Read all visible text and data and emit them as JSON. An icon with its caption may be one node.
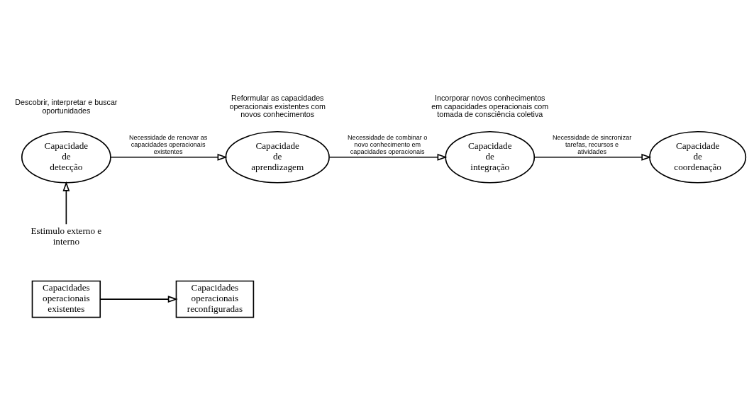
{
  "diagram": {
    "nodes": [
      {
        "text": [
          "Capacidade de detecção"
        ],
        "beside": [
          "Descobrir, interpretar e buscar oportunidades"
        ]
      },
      {
        "text": [
          "Capacidade de aprendizagem"
        ],
        "beside": [
          "Reformular as capacidades operacionais existentes com novos conhecimentos"
        ]
      },
      {
        "text": [
          "Capacidade de integração"
        ],
        "beside": [
          "Incorporar novos conhecimentos em capacidades operacionais com tomada de consciência coletiva"
        ]
      },
      {
        "text": [
          "Capacidade de coordenação"
        ]
      },
      {
        "text": [
          "Estimulo externo e interno"
        ]
      },
      {
        "text": [
          "Capacidades operacionais existentes"
        ]
      },
      {
        "text": [
          "Capacidades operacionais reconfiguradas"
        ]
      }
    ],
    "edges": [
      {
        "from": 0,
        "to": 1,
        "arrow": "to",
        "label": "Necessidade de renovar as capacidades operacionais existentes"
      },
      {
        "from": 1,
        "to": 2,
        "arrow": "to",
        "label": "Necessidade de combinar o novo conhecimento em capacidades operacionais"
      },
      {
        "from": 2,
        "to": 3,
        "arrow": "to",
        "label": "Necessidade de sincronizar tarefas, recursos e atividades"
      },
      {
        "from": 4,
        "to": 0,
        "arrow": "to"
      },
      {
        "from": 5,
        "to": 6,
        "arrow": "to"
      }
    ]
  }
}
